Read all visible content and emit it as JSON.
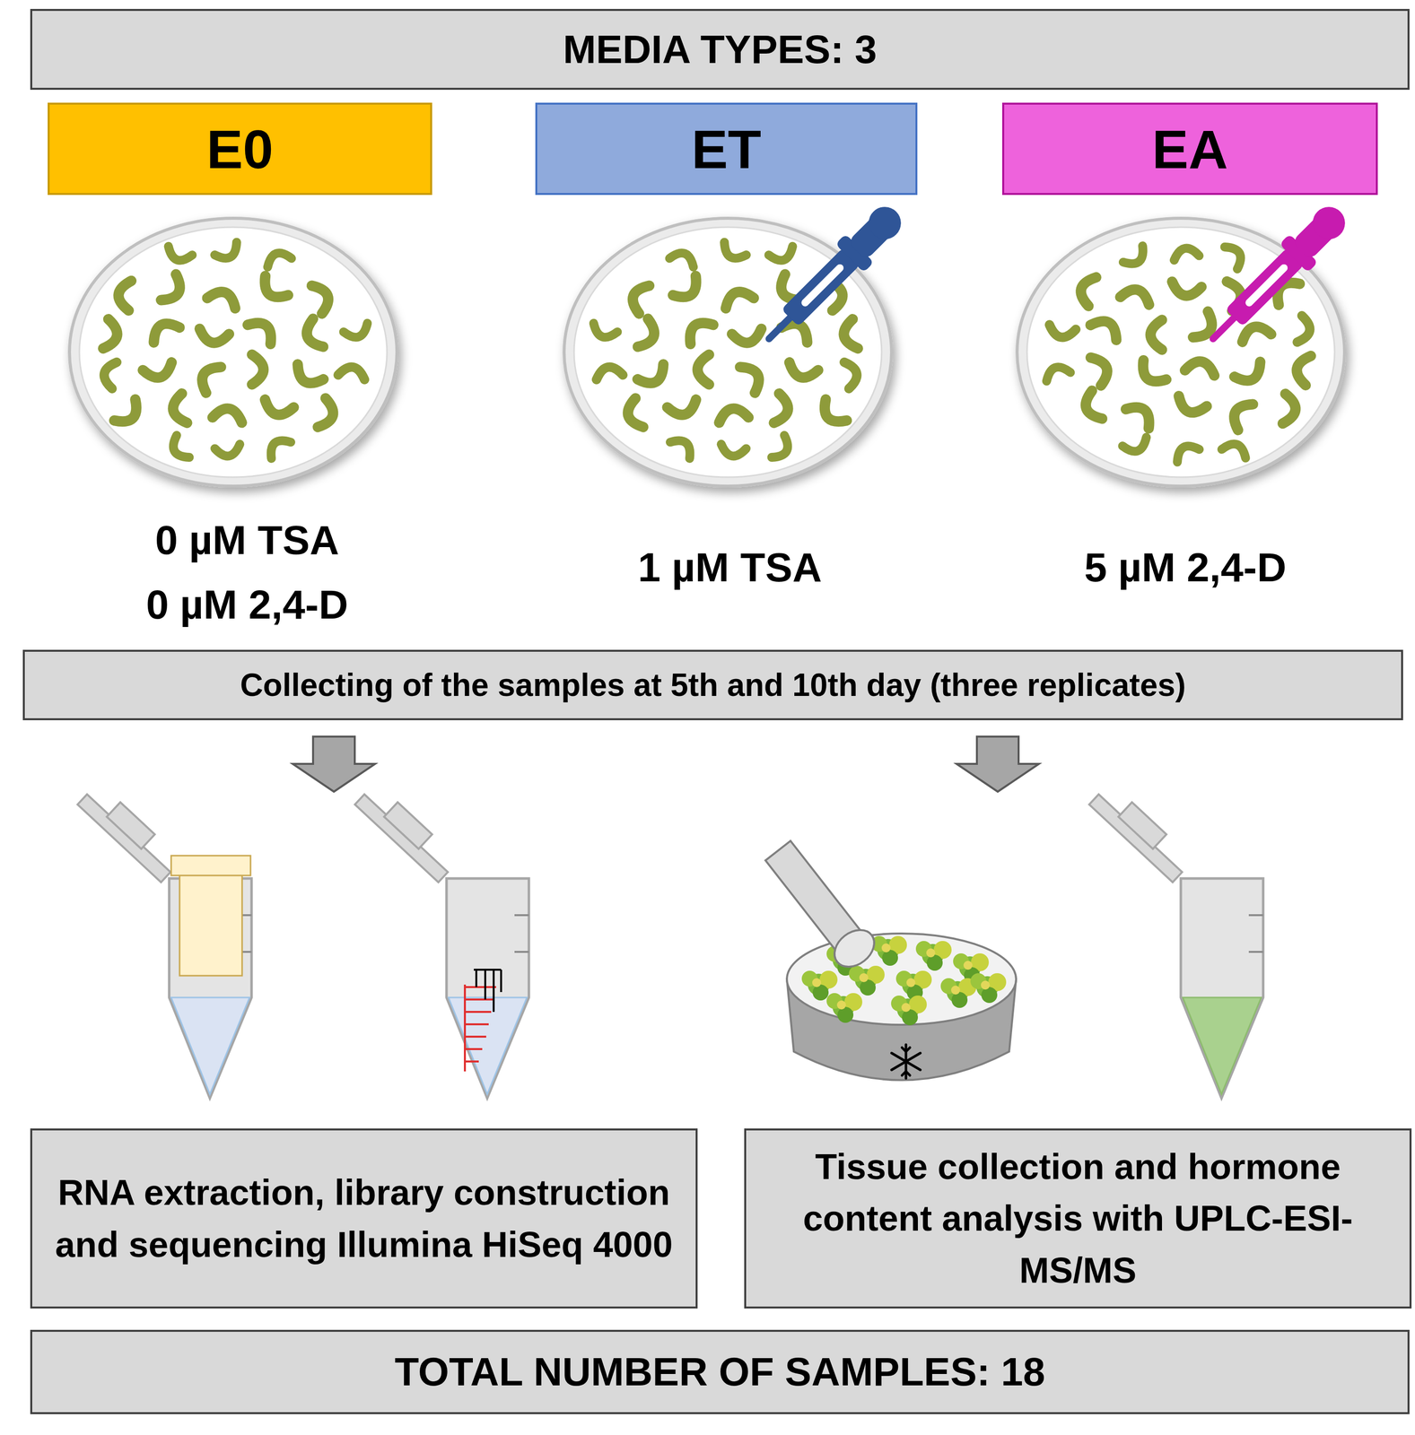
{
  "diagram": {
    "nodes": [
      {
        "text": [
          "MEDIA TYPES: 3"
        ]
      },
      {
        "text": [
          "E0"
        ]
      },
      {
        "text": [
          "ET"
        ]
      },
      {
        "text": [
          "EA"
        ]
      },
      {
        "text": [
          "Collecting of the samples at 5th and 10th day (three replicates)"
        ]
      },
      {
        "text": [
          "RNA extraction, library construction and sequencing Illumina HiSeq 4000"
        ]
      },
      {
        "text": [
          "Tissue collection and hormone content analysis with UPLC-ESI-MS/MS"
        ]
      },
      {
        "text": [
          "TOTAL NUMBER OF SAMPLES: 18"
        ]
      }
    ],
    "labels": [
      "0 µM TSA",
      "0 µM 2,4-D",
      "1 µM TSA",
      "5 µM 2,4-D"
    ]
  }
}
